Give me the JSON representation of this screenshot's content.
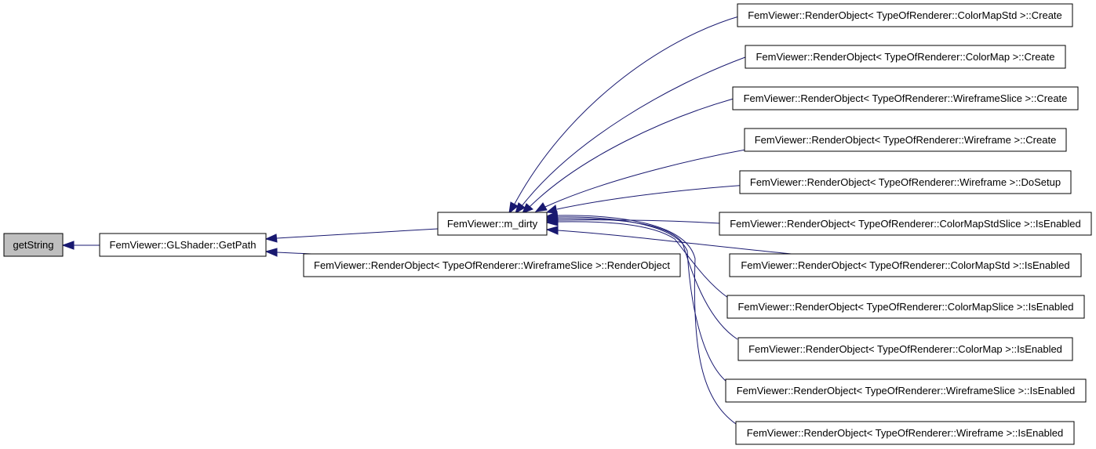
{
  "graph": {
    "edge_color": "#191970",
    "root_fill": "#bfbfbf",
    "nodes": {
      "getstring": "getString",
      "getpath": "FemViewer::GLShader::GetPath",
      "m_dirty": "FemViewer::m_dirty",
      "render_object_wireframeslice_ctor": "FemViewer::RenderObject< TypeOfRenderer::WireframeSlice >::RenderObject",
      "colormapstd_create": "FemViewer::RenderObject< TypeOfRenderer::ColorMapStd >::Create",
      "colormap_create": "FemViewer::RenderObject< TypeOfRenderer::ColorMap >::Create",
      "wireframeslice_create": "FemViewer::RenderObject< TypeOfRenderer::WireframeSlice >::Create",
      "wireframe_create": "FemViewer::RenderObject< TypeOfRenderer::Wireframe >::Create",
      "wireframe_dosetup": "FemViewer::RenderObject< TypeOfRenderer::Wireframe >::DoSetup",
      "colormapstdslice_isenabled": "FemViewer::RenderObject< TypeOfRenderer::ColorMapStdSlice >::IsEnabled",
      "colormapstd_isenabled": "FemViewer::RenderObject< TypeOfRenderer::ColorMapStd >::IsEnabled",
      "colormapslice_isenabled": "FemViewer::RenderObject< TypeOfRenderer::ColorMapSlice >::IsEnabled",
      "colormap_isenabled": "FemViewer::RenderObject< TypeOfRenderer::ColorMap >::IsEnabled",
      "wireframeslice_isenabled": "FemViewer::RenderObject< TypeOfRenderer::WireframeSlice >::IsEnabled",
      "wireframe_isenabled": "FemViewer::RenderObject< TypeOfRenderer::Wireframe >::IsEnabled"
    }
  }
}
